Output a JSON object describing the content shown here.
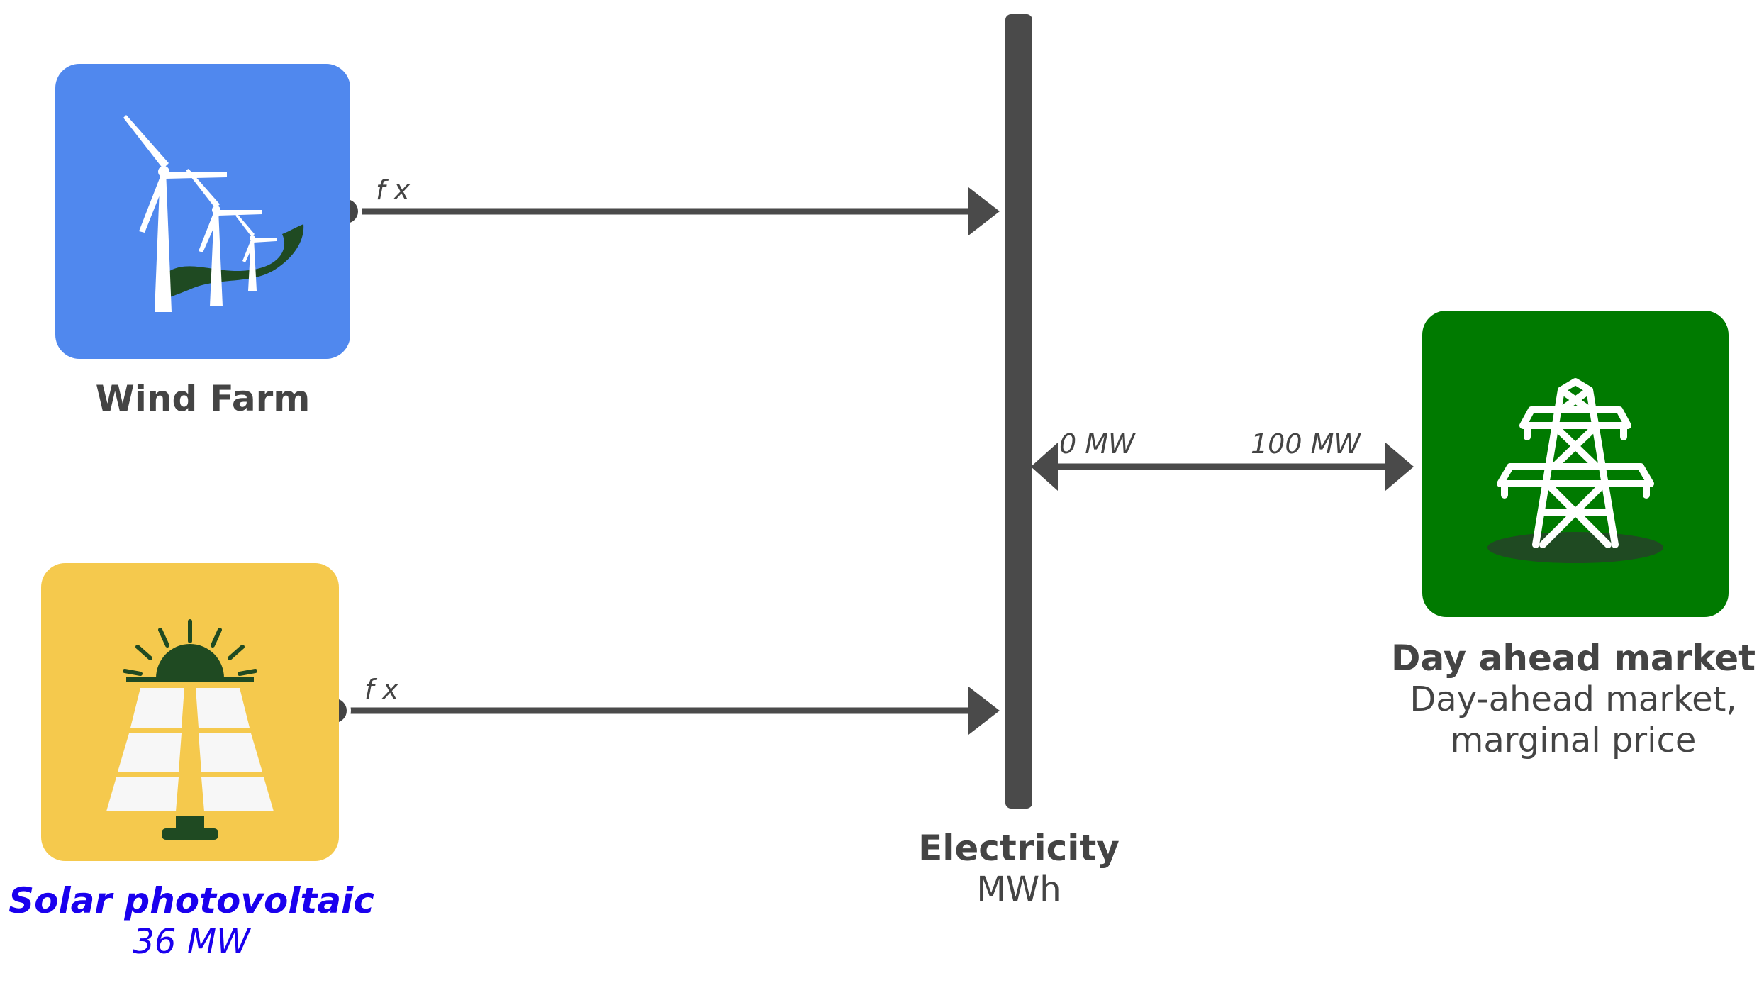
{
  "nodes": {
    "wind": {
      "name": "Wind Farm",
      "color": "#5088ee",
      "icon": "wind-turbine-icon"
    },
    "solar": {
      "name": "Solar photovoltaic",
      "capacity": "36 MW",
      "color": "#f5c94d",
      "icon": "solar-panel-icon",
      "label_color": "#1a00ee"
    },
    "market": {
      "name": "Day ahead market",
      "description_line1": "Day-ahead market,",
      "description_line2": "marginal price",
      "color": "#007a00",
      "icon": "power-pylon-icon"
    }
  },
  "bus": {
    "name": "Electricity",
    "unit": "MWh",
    "color": "#4a4a4a"
  },
  "flows": {
    "wind_to_bus": {
      "label": "f x"
    },
    "solar_to_bus": {
      "label": "f x"
    },
    "bus_market": {
      "left_label": "0 MW",
      "right_label": "100 MW"
    }
  }
}
